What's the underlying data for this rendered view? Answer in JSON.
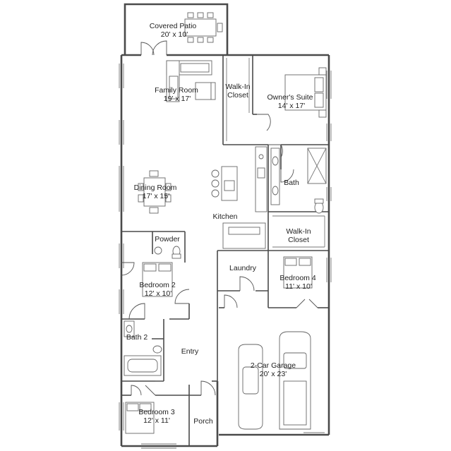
{
  "rooms": {
    "covered_patio": {
      "name": "Covered Patio",
      "size": "20' x 10'"
    },
    "family_room": {
      "name": "Family Room",
      "size": "19' x 17'"
    },
    "walk_in_closet_1": {
      "name_line1": "Walk-In",
      "name_line2": "Closet"
    },
    "owners_suite": {
      "name": "Owner's Suite",
      "size": "14' x 17'"
    },
    "bath": {
      "name": "Bath"
    },
    "dining_room": {
      "name": "Dining Room",
      "size": "17' x 15'"
    },
    "kitchen": {
      "name": "Kitchen"
    },
    "walk_in_closet_2": {
      "name_line1": "Walk-In",
      "name_line2": "Closet"
    },
    "powder": {
      "name": "Powder"
    },
    "laundry": {
      "name": "Laundry"
    },
    "bedroom_4": {
      "name": "Bedroom 4",
      "size": "11' x 10'"
    },
    "bedroom_2": {
      "name": "Bedroom 2",
      "size": "12' x 10'"
    },
    "bath_2": {
      "name": "Bath 2"
    },
    "entry": {
      "name": "Entry"
    },
    "garage": {
      "name": "2-Car Garage",
      "size": "20' x 23'"
    },
    "bedroom_3": {
      "name": "Bedroom 3",
      "size": "12' x 11'"
    },
    "porch": {
      "name": "Porch"
    }
  }
}
